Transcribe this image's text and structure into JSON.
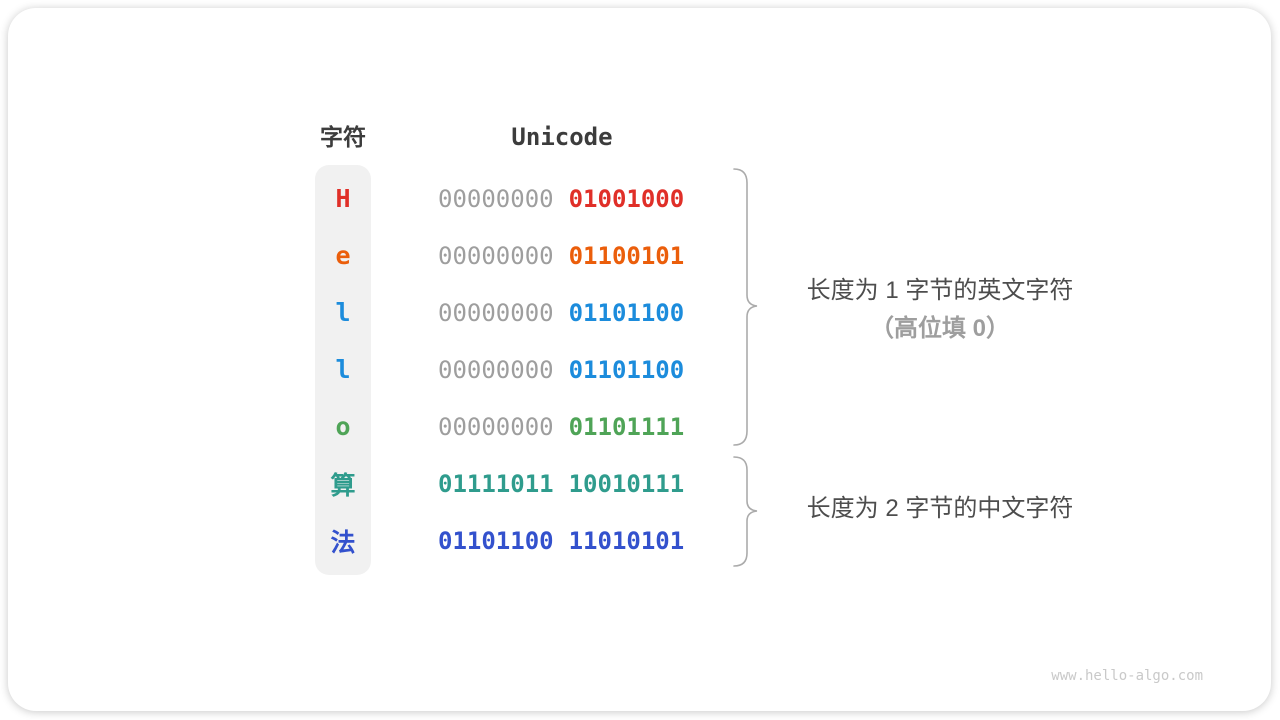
{
  "header": {
    "char_col": "字符",
    "unicode_col": "Unicode"
  },
  "colors": {
    "gray_zero": "#9e9e9e",
    "red": "#e02f28",
    "orange": "#eb5e0b",
    "blue": "#1c8cdc",
    "green": "#4fa457",
    "teal": "#2f9c8d",
    "indigo": "#3351cd",
    "pill_bg": "#f1f1f1",
    "heading_text": "#3c3c3c",
    "annotation_text": "#4d4d4d",
    "annotation_muted": "#9e9e9e",
    "brace_stroke": "#ababab",
    "watermark_text": "#c9c9c9"
  },
  "table": {
    "rows": [
      {
        "char": "H",
        "char_color": "#e02f28",
        "byte1": "00000000",
        "byte1_color": "#9e9e9e",
        "byte1_bold": false,
        "byte2": "01001000",
        "byte2_color": "#e02f28"
      },
      {
        "char": "e",
        "char_color": "#eb5e0b",
        "byte1": "00000000",
        "byte1_color": "#9e9e9e",
        "byte1_bold": false,
        "byte2": "01100101",
        "byte2_color": "#eb5e0b"
      },
      {
        "char": "l",
        "char_color": "#1c8cdc",
        "byte1": "00000000",
        "byte1_color": "#9e9e9e",
        "byte1_bold": false,
        "byte2": "01101100",
        "byte2_color": "#1c8cdc"
      },
      {
        "char": "l",
        "char_color": "#1c8cdc",
        "byte1": "00000000",
        "byte1_color": "#9e9e9e",
        "byte1_bold": false,
        "byte2": "01101100",
        "byte2_color": "#1c8cdc"
      },
      {
        "char": "o",
        "char_color": "#4fa457",
        "byte1": "00000000",
        "byte1_color": "#9e9e9e",
        "byte1_bold": false,
        "byte2": "01101111",
        "byte2_color": "#4fa457"
      },
      {
        "char": "算",
        "char_color": "#2f9c8d",
        "byte1": "01111011",
        "byte1_color": "#2f9c8d",
        "byte1_bold": true,
        "byte2": "10010111",
        "byte2_color": "#2f9c8d"
      },
      {
        "char": "法",
        "char_color": "#3351cd",
        "byte1": "01101100",
        "byte1_color": "#3351cd",
        "byte1_bold": true,
        "byte2": "11010101",
        "byte2_color": "#3351cd"
      }
    ]
  },
  "annotations": {
    "one_byte_line1": "长度为 1 字节的英文字符",
    "one_byte_line2": "（高位填 0）",
    "two_byte_line1": "长度为 2 字节的中文字符"
  },
  "watermark": "www.hello-algo.com"
}
